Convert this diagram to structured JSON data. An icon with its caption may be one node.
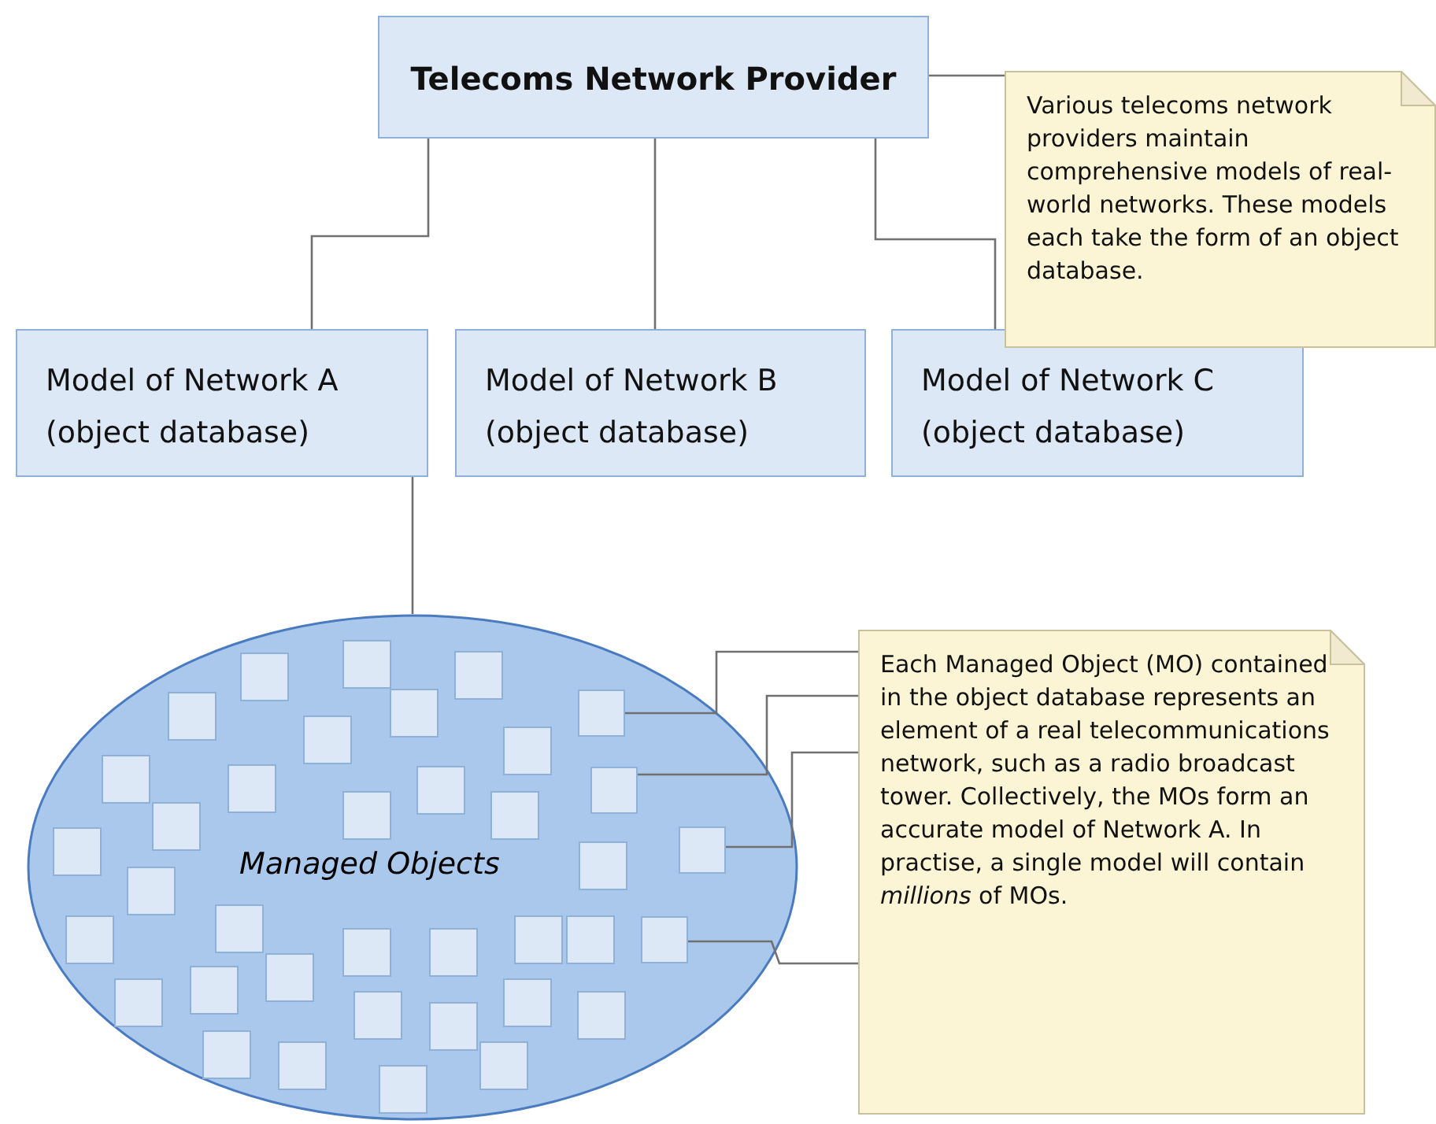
{
  "diagram": {
    "nodes": [
      {
        "text": [
          "Telecoms Network Provider"
        ]
      },
      {
        "text": [
          "Various telecoms network providers maintain comprehensive models of real-world networks. These models each take the form of an object database."
        ]
      },
      {
        "text": [
          "Model of Network A (object database)"
        ]
      },
      {
        "text": [
          "Model of Network B (object database)"
        ]
      },
      {
        "text": [
          "Model of Network C (object database)"
        ]
      },
      {
        "text": [
          "Managed Objects"
        ]
      },
      {
        "text": [
          "Each Managed Object (MO) contained in the object database represents an element of a real telecommunications network, such as a radio broadcast tower. Collectively, the MOs form an accurate model of Network A. In practise, a single model will contain *millions* of MOs."
        ]
      },
      {
        "text": [],
        "shape": "box",
        "in": 5
      },
      {
        "text": [],
        "shape": "box",
        "in": 5
      },
      {
        "text": [],
        "shape": "box",
        "in": 5
      },
      {
        "text": [],
        "shape": "box",
        "in": 5
      }
    ],
    "edges": [
      {
        "from": 0,
        "to": 2,
        "arrow": "none"
      },
      {
        "from": 0,
        "to": 3,
        "arrow": "none"
      },
      {
        "from": 0,
        "to": 4,
        "arrow": "none"
      },
      {
        "from": 0,
        "to": 1,
        "arrow": "none"
      },
      {
        "from": 2,
        "to": 5,
        "arrow": "none"
      },
      {
        "from": 6,
        "to": 7,
        "arrow": "none"
      },
      {
        "from": 6,
        "to": 8,
        "arrow": "none"
      },
      {
        "from": 6,
        "to": 9,
        "arrow": "none"
      },
      {
        "from": 6,
        "to": 10,
        "arrow": "none"
      }
    ]
  }
}
